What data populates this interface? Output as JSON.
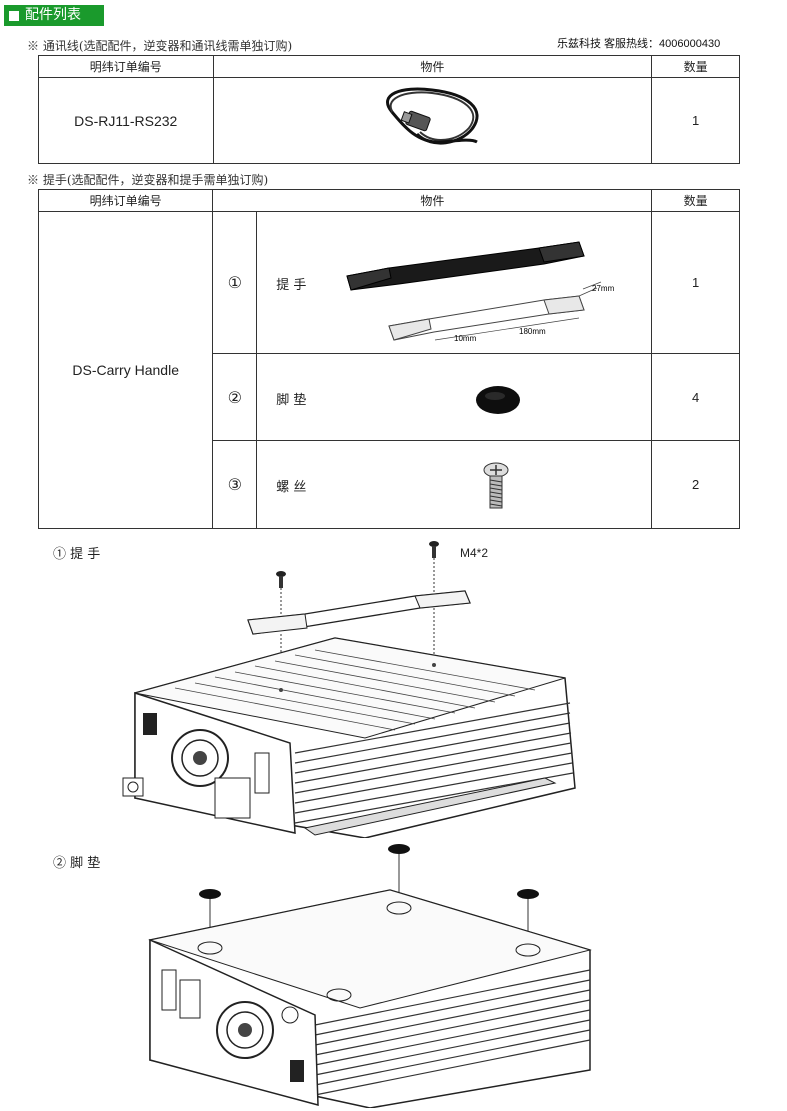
{
  "section_title": "配件列表",
  "hotline": "乐兹科技 客服热线：4006000430",
  "table1": {
    "note": "※ 通讯线(选配配件，逆变器和通讯线需单独订购)",
    "headers": [
      "明纬订单编号",
      "物件",
      "数量"
    ],
    "row": {
      "code": "DS-RJ11-RS232",
      "qty": "1"
    }
  },
  "table2": {
    "note": "※ 提手(选配配件，逆变器和提手需单独订购)",
    "headers": [
      "明纬订单编号",
      "物件",
      "数量"
    ],
    "code": "DS-Carry Handle",
    "items": [
      {
        "num": "①",
        "name": "提 手",
        "qty": "1",
        "dims": {
          "width": "27mm",
          "gap": "10mm",
          "length": "180mm"
        }
      },
      {
        "num": "②",
        "name": "脚 垫",
        "qty": "4"
      },
      {
        "num": "③",
        "name": "螺 丝",
        "qty": "2"
      }
    ]
  },
  "figure1": {
    "caption": "① 提 手",
    "screw_label": "M4*2"
  },
  "figure2": {
    "caption": "② 脚 垫"
  }
}
